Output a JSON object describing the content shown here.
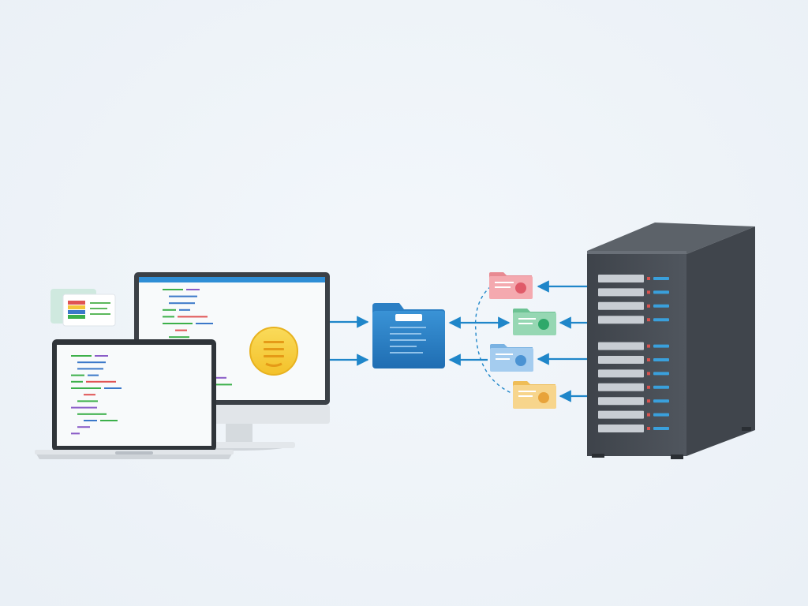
{
  "colors": {
    "background": "#eef3f8",
    "arrow": "#1f86c9",
    "hub_folder": "#2b7fc4",
    "server_body": "#4a4f57",
    "server_side": "#2f343a",
    "server_bay": "#c8cdd3",
    "server_led": "#3aa0dc",
    "server_led_red": "#d9534f",
    "folder_red": "#f1a2a8",
    "folder_green": "#8fd4ad",
    "folder_blue": "#9cc7ec",
    "folder_yellow": "#f5cf7d",
    "code_green": "#3cb04a",
    "code_purple": "#8a5cc7",
    "code_blue": "#3b78c9",
    "code_red": "#e05353",
    "coin": "#f7cf3c"
  },
  "nodes": {
    "laptop": {
      "icon": "laptop-icon"
    },
    "desktop": {
      "icon": "desktop-monitor-icon"
    },
    "document_card": {
      "icon": "document-card-icon"
    },
    "coin": {
      "icon": "coin-icon"
    },
    "hub": {
      "icon": "folder-icon"
    },
    "server": {
      "icon": "server-rack-icon",
      "bays": 11
    },
    "folders": [
      {
        "icon": "folder-icon",
        "color": "folder_red"
      },
      {
        "icon": "folder-icon",
        "color": "folder_green"
      },
      {
        "icon": "folder-icon",
        "color": "folder_blue"
      },
      {
        "icon": "folder-icon",
        "color": "folder_yellow"
      }
    ]
  },
  "connections": [
    {
      "from": "desktop",
      "to": "hub",
      "direction": "forward"
    },
    {
      "from": "desktop",
      "to": "hub",
      "direction": "forward"
    },
    {
      "from": "folder_green",
      "to": "hub",
      "direction": "bidirectional"
    },
    {
      "from": "folder_blue",
      "to": "hub",
      "direction": "forward"
    },
    {
      "from": "server",
      "to": "folder_red",
      "direction": "forward"
    },
    {
      "from": "server",
      "to": "folder_green",
      "direction": "forward"
    },
    {
      "from": "server",
      "to": "folder_blue",
      "direction": "forward"
    },
    {
      "from": "server",
      "to": "folder_yellow",
      "direction": "forward"
    }
  ]
}
